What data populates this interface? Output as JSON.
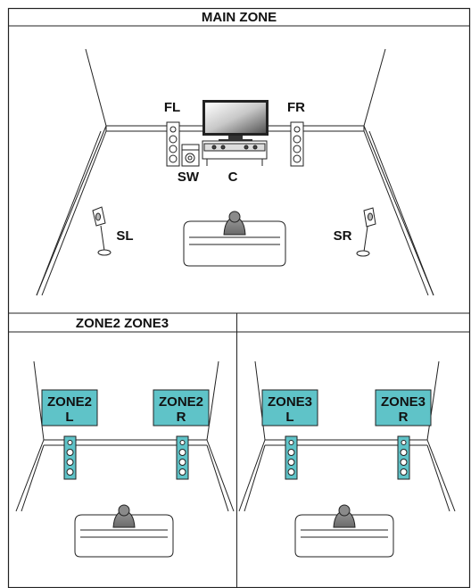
{
  "headers": {
    "main_zone": "MAIN ZONE",
    "zone23": "ZONE2 ZONE3"
  },
  "main_zone": {
    "speakers": {
      "fl": "FL",
      "fr": "FR",
      "sw": "SW",
      "c": "C",
      "sl": "SL",
      "sr": "SR"
    }
  },
  "zone2": {
    "left": {
      "line1": "ZONE2",
      "line2": "L"
    },
    "right": {
      "line1": "ZONE2",
      "line2": "R"
    }
  },
  "zone3": {
    "left": {
      "line1": "ZONE3",
      "line2": "L"
    },
    "right": {
      "line1": "ZONE3",
      "line2": "R"
    }
  },
  "colors": {
    "zone_highlight": "#5fc3c8",
    "line": "#222222"
  }
}
